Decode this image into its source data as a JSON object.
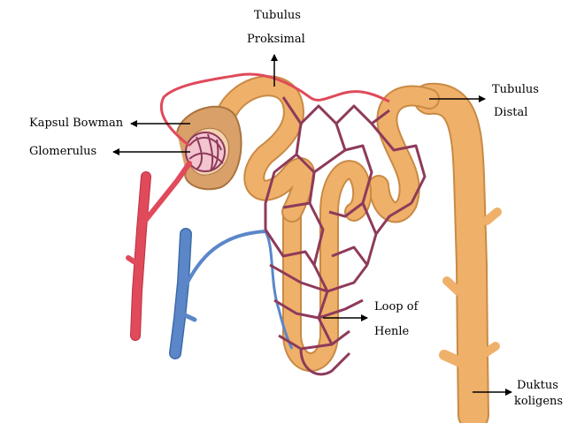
{
  "labels": {
    "tubulus_proksimal": {
      "line1": "Tubulus",
      "line2": "Proksimal"
    },
    "tubulus_distal": {
      "line1": "Tubulus",
      "line2": "Distal"
    },
    "kapsul_bowman": "Kapsul Bowman",
    "glomerulus": "Glomerulus",
    "loop_of_henle": {
      "line1": "Loop of",
      "line2": "Henle"
    },
    "duktus_koligens": {
      "line1": "Duktus",
      "line2": "koligens"
    }
  },
  "colors": {
    "tubule": "#efb06a",
    "tubule_dark": "#c98a45",
    "artery": "#e04a5a",
    "vein": "#5b87c9",
    "capillary": "#8e3a5a",
    "capsule": "#d9a06a"
  }
}
